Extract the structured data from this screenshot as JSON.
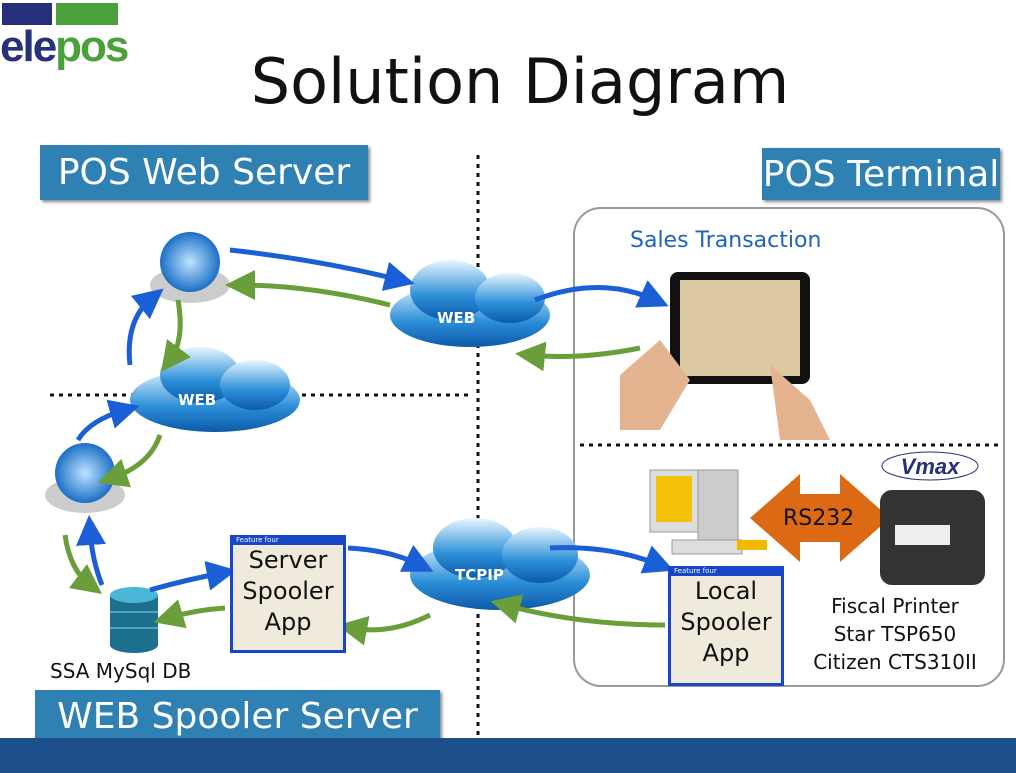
{
  "logo": {
    "part1": "ele",
    "part2": "pos"
  },
  "title": "Solution Diagram",
  "sections": {
    "web_server": "POS Web Server",
    "terminal": "POS Terminal",
    "spooler_server": "WEB Spooler Server"
  },
  "clouds": {
    "web_top": "WEB",
    "web_left": "WEB",
    "tcpip": "TCPIP"
  },
  "terminal": {
    "sales": "Sales Transaction",
    "rs232": "RS232",
    "brand": "Vmax",
    "printer_lines": [
      "Fiscal Printer",
      "Star TSP650",
      "Citizen CTS310II"
    ]
  },
  "spooler": {
    "server_app": [
      "Server",
      "Spooler",
      "App"
    ],
    "local_app": [
      "Local",
      "Spooler",
      "App"
    ],
    "window_title": "Feature four",
    "db": "SSA MySql DB"
  },
  "colors": {
    "blue_arrow": "#1a5fd6",
    "green_arrow": "#6a9e3a",
    "label_bg": "#2f80b3",
    "rs232": "#dc6a14",
    "band": "#1c4f8c"
  }
}
